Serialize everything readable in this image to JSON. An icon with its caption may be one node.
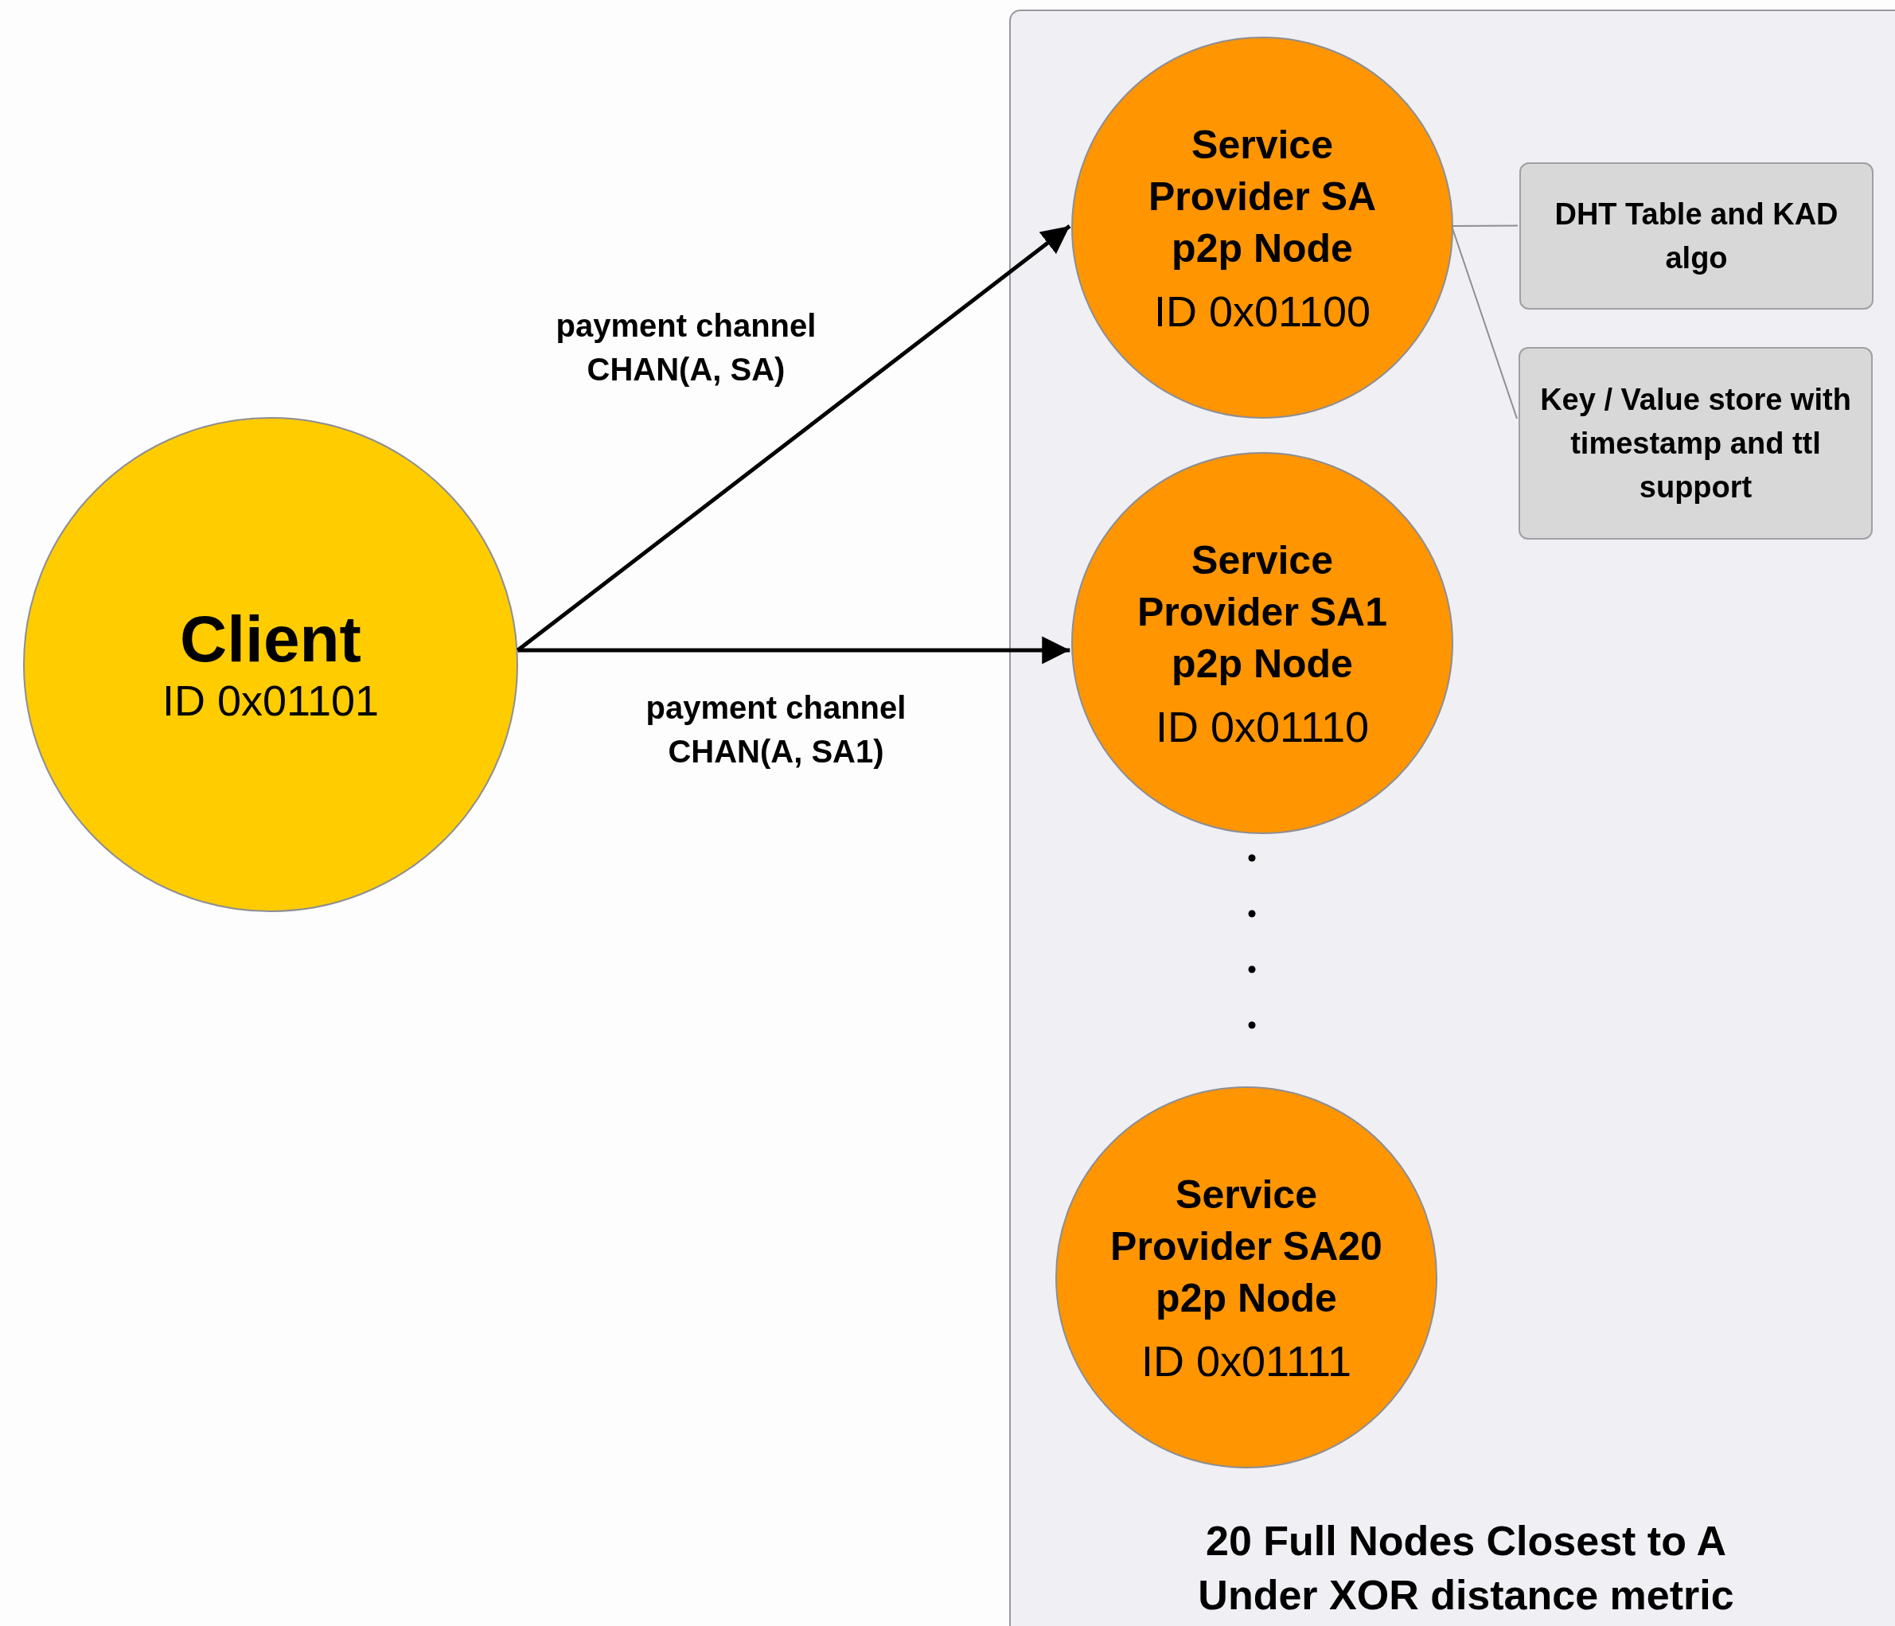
{
  "diagram": {
    "nodes": [
      {
        "text": [
          "Client",
          "ID 0x01101"
        ]
      },
      {
        "text": [
          "20 Full Nodes Closest to A Under XOR distance metric"
        ]
      },
      {
        "text": [
          "Service Provider SA p2p Node",
          "ID 0x01100"
        ],
        "in": 1
      },
      {
        "text": [
          "Service Provider SA1 p2p Node",
          "ID 0x01110"
        ],
        "in": 1
      },
      {
        "text": [
          "Service Provider SA20 p2p Node",
          "ID 0x01111"
        ],
        "in": 1
      },
      {
        "text": [
          "DHT Table and KAD algo"
        ],
        "in": 1
      },
      {
        "text": [
          "Key / Value store with timestamp and ttl support"
        ],
        "in": 1
      }
    ],
    "edges": [
      {
        "from": 0,
        "to": 2,
        "arrow": "to",
        "label": "payment channel CHAN(A, SA)"
      },
      {
        "from": 0,
        "to": 3,
        "arrow": "to",
        "label": "payment channel CHAN(A, SA1)"
      },
      {
        "from": 2,
        "to": 5,
        "arrow": "none",
        "color": "#8e8e93"
      },
      {
        "from": 2,
        "to": 6,
        "arrow": "none",
        "color": "#8e8e93"
      }
    ]
  }
}
